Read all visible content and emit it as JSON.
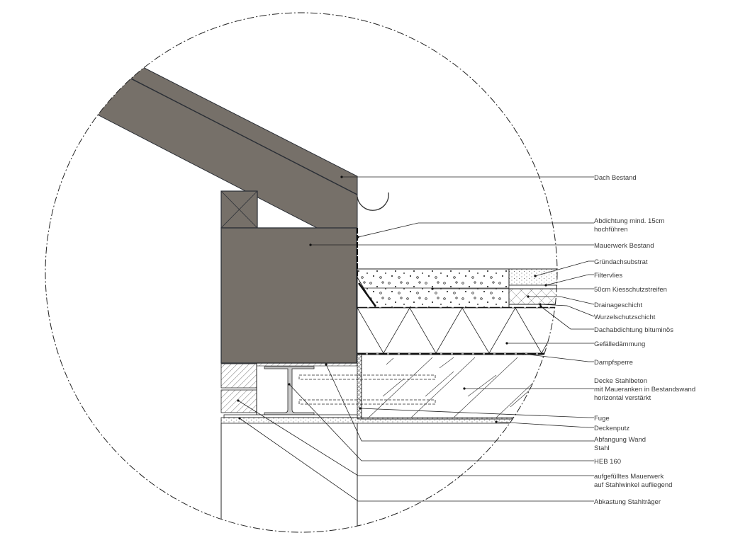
{
  "colors": {
    "masonry_fill": "#767069",
    "line": "#2b2f36"
  },
  "labels": [
    {
      "id": "dach-bestand",
      "lines": [
        "Dach Bestand"
      ]
    },
    {
      "id": "abdichtung",
      "lines": [
        "Abdichtung mind. 15cm",
        "hochführen"
      ]
    },
    {
      "id": "mauerwerk-bestand",
      "lines": [
        "Mauerwerk Bestand"
      ]
    },
    {
      "id": "gruendachsubstrat",
      "lines": [
        "Gründachsubstrat"
      ]
    },
    {
      "id": "filtervlies",
      "lines": [
        "Filtervlies"
      ]
    },
    {
      "id": "kiesschutzstreifen",
      "lines": [
        "50cm Kiesschutzstreifen"
      ]
    },
    {
      "id": "drainageschicht",
      "lines": [
        "Drainageschicht"
      ]
    },
    {
      "id": "wurzelschutzschicht",
      "lines": [
        "Wurzelschutzschicht"
      ]
    },
    {
      "id": "dachabdichtung",
      "lines": [
        "Dachabdichtung bituminös"
      ]
    },
    {
      "id": "gefaelledaemmung",
      "lines": [
        "Gefälledämmung"
      ]
    },
    {
      "id": "dampfsperre",
      "lines": [
        "Dampfsperre"
      ]
    },
    {
      "id": "decke-stahlbeton",
      "lines": [
        "Decke Stahlbeton",
        "mit Maueranken in Bestandswand",
        "horizontal verstärkt"
      ]
    },
    {
      "id": "fuge",
      "lines": [
        "Fuge"
      ]
    },
    {
      "id": "deckenputz",
      "lines": [
        "Deckenputz"
      ]
    },
    {
      "id": "abfangung",
      "lines": [
        "Abfangung Wand",
        "Stahl"
      ]
    },
    {
      "id": "heb",
      "lines": [
        "HEB 160"
      ]
    },
    {
      "id": "aufgefuelltes-mauerwerk",
      "lines": [
        "aufgefülltes Mauerwerk",
        "auf Stahlwinkel aufliegend"
      ]
    },
    {
      "id": "abkastung",
      "lines": [
        "Abkastung Stahlträger"
      ]
    }
  ]
}
